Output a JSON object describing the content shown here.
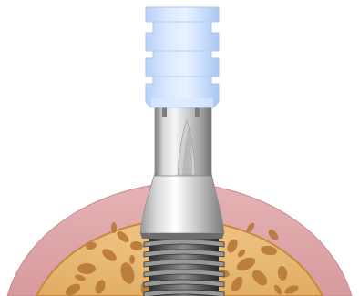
{
  "diagram": {
    "labels": [],
    "parts": [
      "impression-coping-cap",
      "abutment",
      "implant-fixture",
      "gingiva",
      "bone"
    ]
  },
  "colors": {
    "background": "#ffffff",
    "gingiva": "#dea6a9",
    "gingiva_outline": "#c58d90",
    "bone_fill": "#e7b774",
    "bone_edge": "#c7893b",
    "bone_pore": "#a8682c",
    "implant_dark": "#3e3e3e",
    "implant_mid": "#8a8a8a",
    "abutment_light": "#e8e8e8",
    "abutment_mid": "#b9b9b9",
    "coping_blue": "#cfe1ff",
    "coping_blue_dark": "#a9c6f2"
  }
}
